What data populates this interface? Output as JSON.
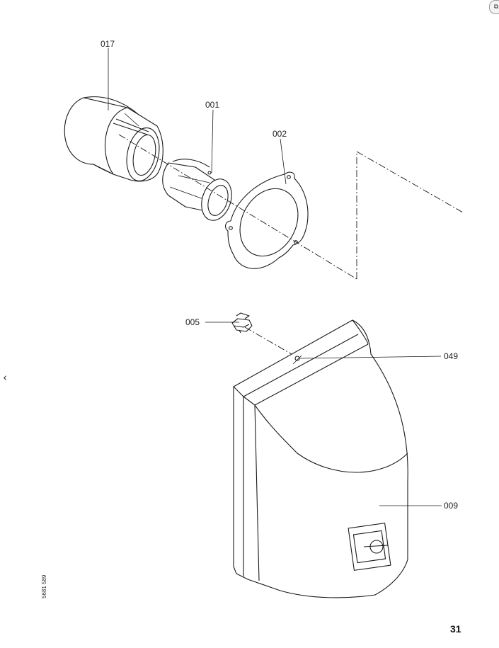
{
  "page": {
    "number": "31",
    "drawing_code": "5681 589"
  },
  "viewer": {
    "prev_icon": "chevron-left-icon",
    "corner_icon": "copy-icon"
  },
  "callouts": {
    "c017": "017",
    "c001": "001",
    "c002": "002",
    "c005": "005",
    "c049": "049",
    "c009": "009"
  }
}
